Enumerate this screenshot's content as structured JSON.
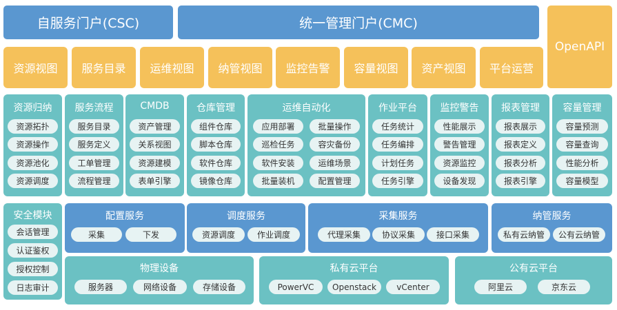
{
  "portals": {
    "csc": "自服务门户(CSC)",
    "cmc": "统一管理门户(CMC)",
    "openapi": "OpenAPI"
  },
  "views": [
    "资源视图",
    "服务目录",
    "运维视图",
    "纳管视图",
    "监控告警",
    "容量视图",
    "资产视图",
    "平台运营"
  ],
  "modules": [
    {
      "title": "资源归纳",
      "items": [
        "资源拓扑",
        "资源操作",
        "资源池化",
        "资源调度"
      ]
    },
    {
      "title": "服务流程",
      "items": [
        "服务目录",
        "服务定义",
        "工单管理",
        "流程管理"
      ]
    },
    {
      "title": "CMDB",
      "items": [
        "资产管理",
        "关系视图",
        "资源建模",
        "表单引擎"
      ]
    },
    {
      "title": "仓库管理",
      "items": [
        "组件仓库",
        "脚本仓库",
        "软件仓库",
        "镜像仓库"
      ]
    },
    {
      "title": "运维自动化",
      "items": [
        "应用部署",
        "批量操作",
        "巡检任务",
        "容灾备份",
        "软件安装",
        "运维场景",
        "批量装机",
        "配置管理"
      ]
    },
    {
      "title": "作业平台",
      "items": [
        "任务统计",
        "任务编排",
        "计划任务",
        "任务引擎"
      ]
    },
    {
      "title": "监控警告",
      "items": [
        "性能展示",
        "警告管理",
        "资源监控",
        "设备发现"
      ]
    },
    {
      "title": "报表管理",
      "items": [
        "报表展示",
        "报表定义",
        "报表分析",
        "报表引擎"
      ]
    },
    {
      "title": "容量管理",
      "items": [
        "容量预测",
        "容量查询",
        "性能分析",
        "容量模型"
      ]
    }
  ],
  "security": {
    "title": "安全模块",
    "items": [
      "会话管理",
      "认证鉴权",
      "授权控制",
      "日志审计"
    ]
  },
  "services": [
    {
      "title": "配置服务",
      "items": [
        "采集",
        "下发"
      ]
    },
    {
      "title": "调度服务",
      "items": [
        "资源调度",
        "作业调度"
      ]
    },
    {
      "title": "采集服务",
      "items": [
        "代理采集",
        "协议采集",
        "接口采集"
      ]
    },
    {
      "title": "纳管服务",
      "items": [
        "私有云纳管",
        "公有云纳管"
      ]
    }
  ],
  "infra": [
    {
      "title": "物理设备",
      "items": [
        "服务器",
        "网络设备",
        "存储设备"
      ]
    },
    {
      "title": "私有云平台",
      "items": [
        "PowerVC",
        "Openstack",
        "vCenter"
      ]
    },
    {
      "title": "公有云平台",
      "items": [
        "阿里云",
        "京东云"
      ]
    }
  ],
  "colors": {
    "portal_blue": "#5a97d0",
    "view_orange": "#f5c15a",
    "module_teal": "#6bc1c3",
    "pill_bg": "#e7f3f3"
  }
}
